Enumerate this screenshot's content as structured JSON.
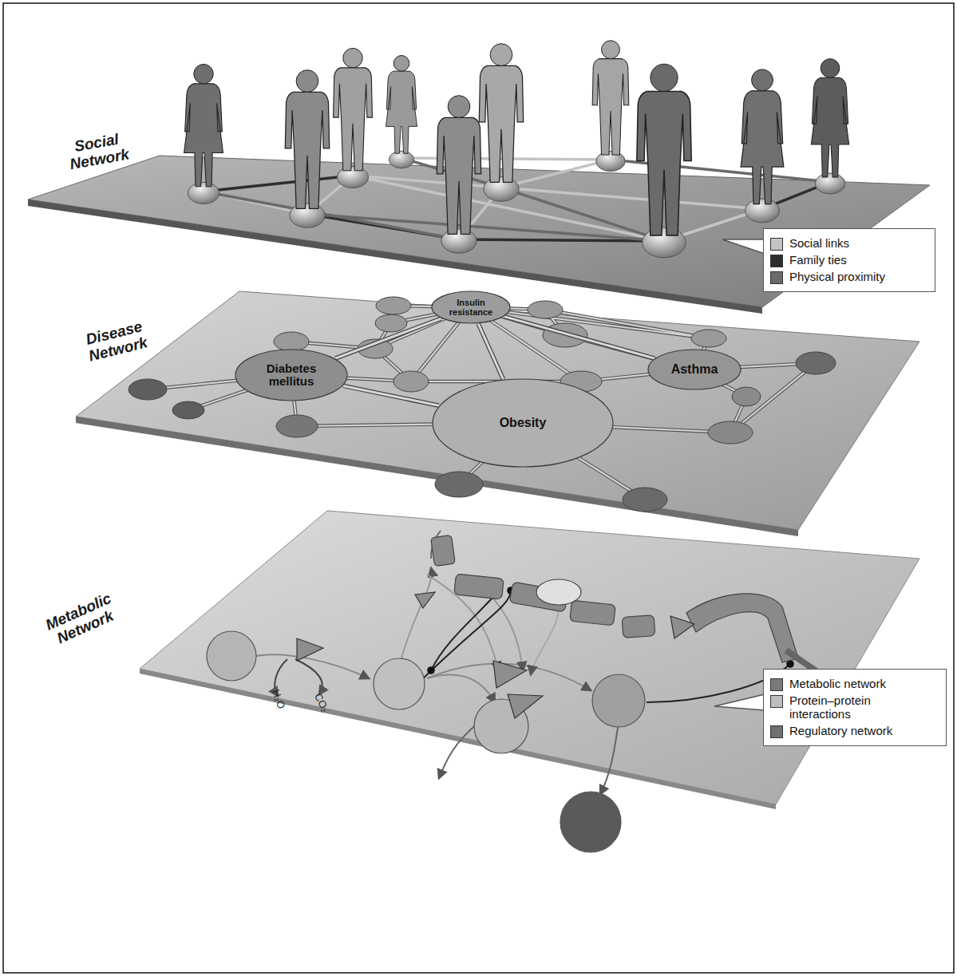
{
  "diagram": {
    "nodes": [
      {
        "text": [
          "Insulin resistance"
        ]
      },
      {
        "text": [
          "Diabetes mellitus"
        ]
      },
      {
        "text": [
          "Asthma"
        ]
      },
      {
        "text": [
          "Obesity"
        ]
      }
    ],
    "edges": [
      {
        "from": 0,
        "to": 1,
        "arrow": "none"
      },
      {
        "from": 0,
        "to": 2,
        "arrow": "none"
      },
      {
        "from": 0,
        "to": 3,
        "arrow": "none"
      },
      {
        "from": 1,
        "to": 3,
        "arrow": "none"
      }
    ],
    "labels": [
      "Social Network",
      "Disease Network",
      "Metabolic Network",
      "H₂O",
      "CO₂"
    ],
    "legend": [
      {
        "text": "Social links",
        "color": "#c4c4c4"
      },
      {
        "text": "Family ties",
        "color": "#2e2e2e"
      },
      {
        "text": "Physical proximity",
        "color": "#6a6a6a"
      },
      {
        "text": "Metabolic network",
        "color": "#7a7a7a"
      },
      {
        "text": "Protein–protein interactions",
        "color": "#bdbdbd"
      },
      {
        "text": "Regulatory network",
        "color": "#707070"
      }
    ]
  }
}
